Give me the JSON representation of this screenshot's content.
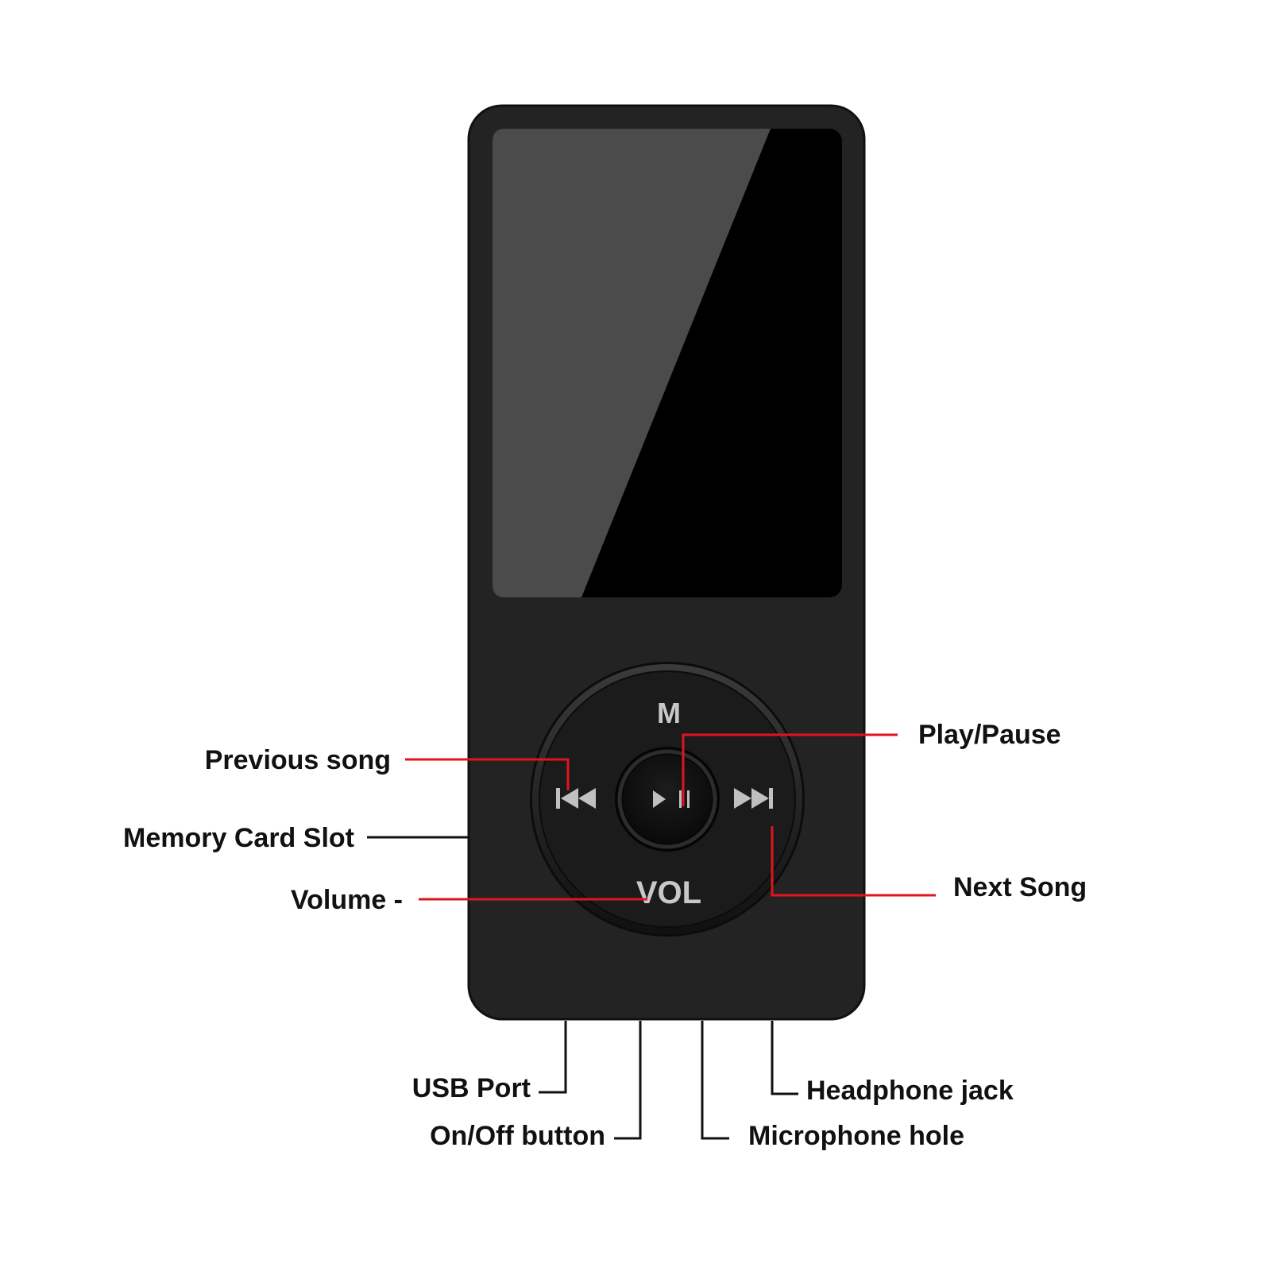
{
  "device": {
    "wheel": {
      "menu_label": "M",
      "volume_label": "VOL",
      "icons": [
        "previous-icon",
        "play-pause-icon",
        "next-icon"
      ]
    }
  },
  "labels": {
    "previous_song": "Previous song",
    "memory_card_slot": "Memory Card Slot",
    "volume": "Volume -",
    "play_pause": "Play/Pause",
    "next_song": "Next Song",
    "usb_port": "USB Port",
    "on_off_button": "On/Off button",
    "headphone_jack": "Headphone jack",
    "microphone_hole": "Microphone hole"
  },
  "colors": {
    "callout_red": "#e0141e",
    "callout_black": "#111111",
    "body": "#222222"
  }
}
